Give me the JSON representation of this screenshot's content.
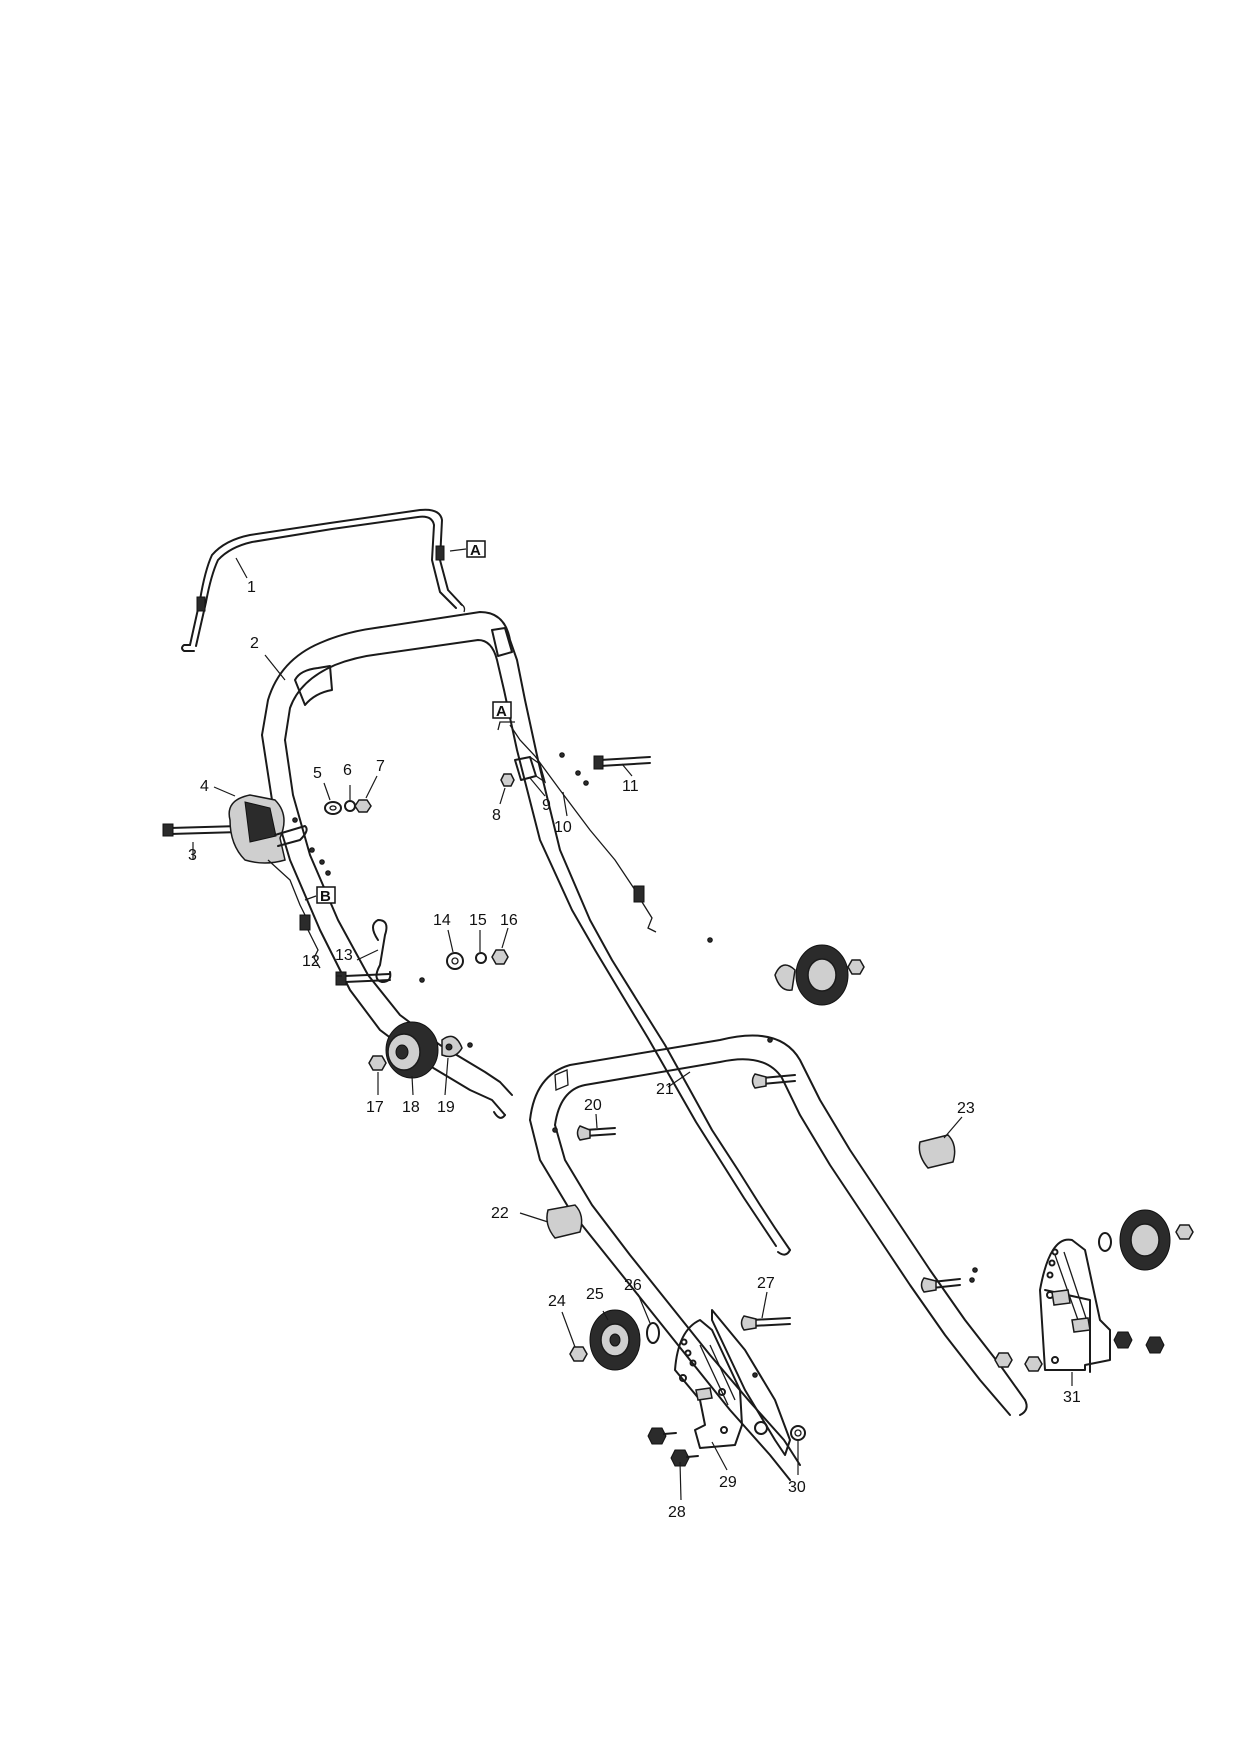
{
  "diagram": {
    "part_numbers": [
      "1",
      "2",
      "3",
      "4",
      "5",
      "6",
      "7",
      "8",
      "9",
      "10",
      "11",
      "12",
      "13",
      "14",
      "15",
      "16",
      "17",
      "18",
      "19",
      "20",
      "21",
      "22",
      "23",
      "24",
      "25",
      "26",
      "27",
      "28",
      "29",
      "30",
      "31"
    ],
    "reference_markers": [
      "A",
      "A",
      "B"
    ]
  }
}
